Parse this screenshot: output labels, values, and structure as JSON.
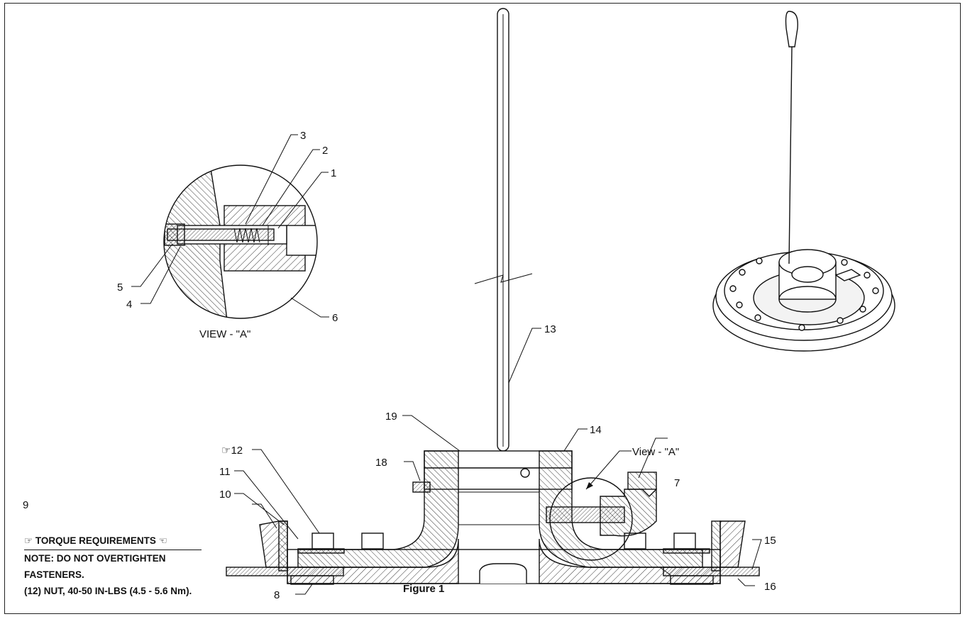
{
  "figure": {
    "caption": "Figure 1",
    "detail_view_label": "VIEW - \"A\"",
    "callout_view_label": "View - \"A\"",
    "part_labels": {
      "p1": "1",
      "p2": "2",
      "p3": "3",
      "p4": "4",
      "p5": "5",
      "p6": "6",
      "p7": "7",
      "p8": "8",
      "p9": "9",
      "p10": "10",
      "p11": "11",
      "p12": "☞12",
      "p13": "13",
      "p14": "14",
      "p15": "15",
      "p16": "16",
      "p18": "18",
      "p19": "19"
    }
  },
  "torque": {
    "heading": "☞ TORQUE REQUIREMENTS ☜",
    "line1": "NOTE: DO NOT OVERTIGHTEN",
    "line2": "FASTENERS.",
    "line3": "(12) NUT, 40-50 IN-LBS (4.5 - 5.6 Nm)."
  }
}
